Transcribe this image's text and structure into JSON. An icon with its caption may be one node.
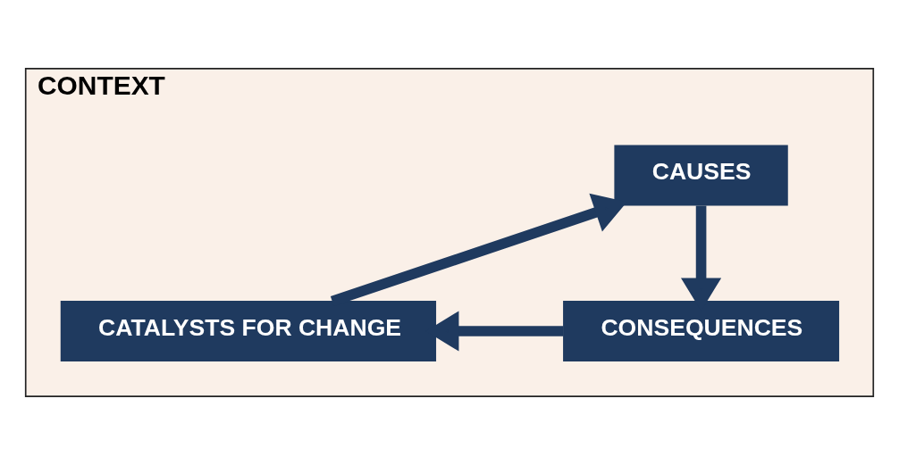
{
  "diagram": {
    "nodes": [
      {
        "text": [
          "CONTEXT"
        ]
      },
      {
        "text": [
          "CATALYSTS FOR CHANGE"
        ],
        "in": 0
      },
      {
        "text": [
          "CAUSES"
        ],
        "in": 0
      },
      {
        "text": [
          "CONSEQUENCES"
        ],
        "in": 0
      }
    ],
    "edges": [
      {
        "from": 1,
        "to": 2,
        "arrow": "to"
      },
      {
        "from": 2,
        "to": 3,
        "arrow": "to"
      },
      {
        "from": 3,
        "to": 1,
        "arrow": "to"
      }
    ]
  }
}
